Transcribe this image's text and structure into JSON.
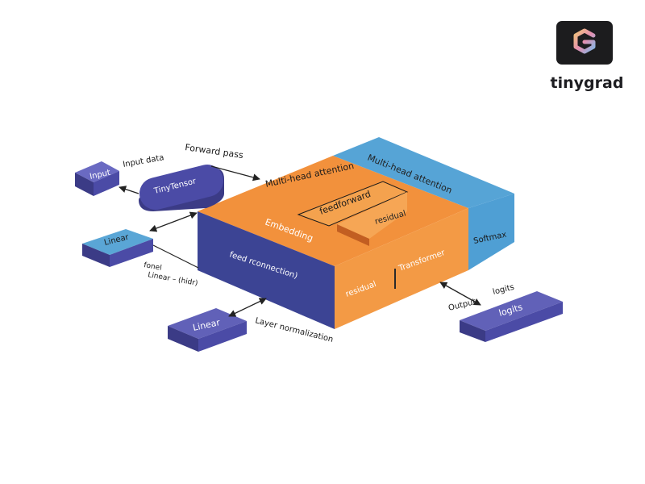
{
  "brand": {
    "name": "tinygrad",
    "logo_icon": "tinygrad-logo-icon"
  },
  "colors": {
    "orange": "#f2913c",
    "navy": "#3c4494",
    "blue": "#56a4d6",
    "block": "#4b4ba6"
  },
  "diagram": {
    "top_left_label": "Multi-head attention",
    "top_right_label": "Multi-head attention",
    "feedforward_label": "feedforward",
    "residual_inner_label": "residual",
    "embedding_label": "Embedding",
    "front_left_label": "feed rconnection)",
    "front_right_residual": "residual",
    "front_right_transform": "Transformer",
    "right_side_label": "Softmax",
    "input_block": "Input",
    "input_annotation": "Input data",
    "tinytensor_block": "TinyTensor",
    "forward_annotation": "Forward pass",
    "linear_block_1": "Linear",
    "linear_annotation_a": "fonel",
    "linear_annotation_b": "Linear – (hidr)",
    "linear_block_2": "Linear",
    "layer_norm_annotation": "Layer normalization",
    "logits_block": "logits",
    "output_annotation": "Output",
    "logits_annotation": "logits"
  }
}
